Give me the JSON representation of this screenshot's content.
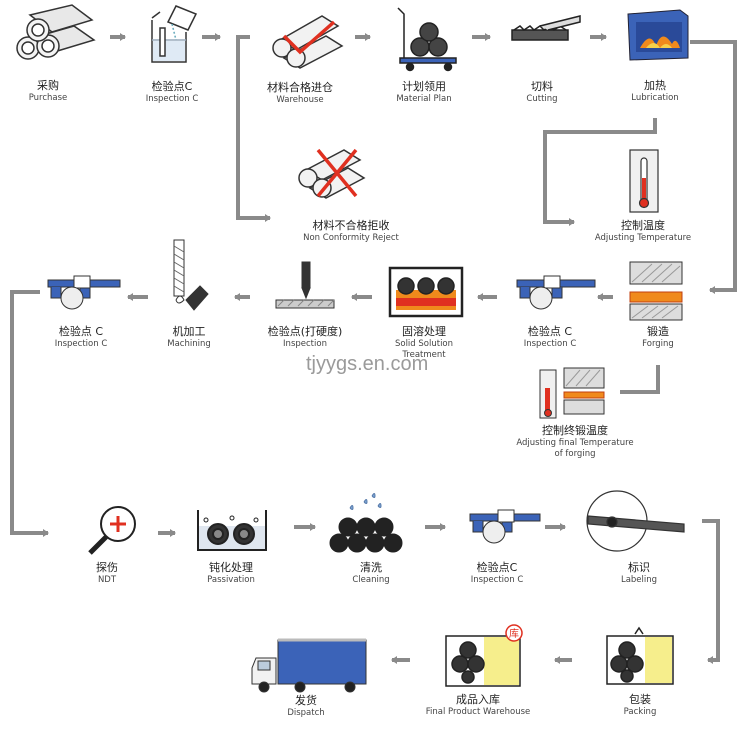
{
  "watermark": "tjyygs.en.com",
  "steps": {
    "purchase": {
      "cn": "采购",
      "en": "Purchase"
    },
    "inspection1": {
      "cn": "检验点C",
      "en": "Inspection C"
    },
    "warehouse": {
      "cn": "材料合格进仓",
      "en": "Warehouse"
    },
    "material_plan": {
      "cn": "计划领用",
      "en": "Material Plan"
    },
    "cutting": {
      "cn": "切料",
      "en": "Cutting"
    },
    "lubrication": {
      "cn": "加热",
      "en": "Lubrication"
    },
    "reject": {
      "cn": "材料不合格拒收",
      "en": "Non Conformity Reject"
    },
    "adjust_temp": {
      "cn": "控制温度",
      "en": "Adjusting Temperature"
    },
    "forging": {
      "cn": "锻造",
      "en": "Forging"
    },
    "adjust_final": {
      "cn": "控制终锻温度",
      "en": "Adjusting final Temperature",
      "en2": "of forging"
    },
    "inspection2": {
      "cn": "检验点 C",
      "en": "Inspection C"
    },
    "solid_solution": {
      "cn": "固溶处理",
      "en": "Solid Solution",
      "en2": "Treatment"
    },
    "hardness": {
      "cn": "检验点(打硬度)",
      "en": "Inspection"
    },
    "machining": {
      "cn": "机加工",
      "en": "Machining"
    },
    "inspection3": {
      "cn": "检验点 C",
      "en": "Inspection C"
    },
    "ndt": {
      "cn": "探伤",
      "en": "NDT"
    },
    "passivation": {
      "cn": "钝化处理",
      "en": "Passivation"
    },
    "cleaning": {
      "cn": "清洗",
      "en": "Cleaning"
    },
    "inspection4": {
      "cn": "检验点C",
      "en": "Inspection C"
    },
    "labeling": {
      "cn": "标识",
      "en": "Labeling"
    },
    "packing": {
      "cn": "包装",
      "en": "Packing"
    },
    "final_warehouse": {
      "cn": "成品入库",
      "en": "Final Product Warehouse",
      "stamp": "库"
    },
    "dispatch": {
      "cn": "发货",
      "en": "Dispatch"
    }
  },
  "colors": {
    "arrow": "#8a8a8a",
    "blue": "#3b63b8",
    "red": "#e03020",
    "orange": "#f08a1c",
    "yellow": "#f6ee8c"
  }
}
